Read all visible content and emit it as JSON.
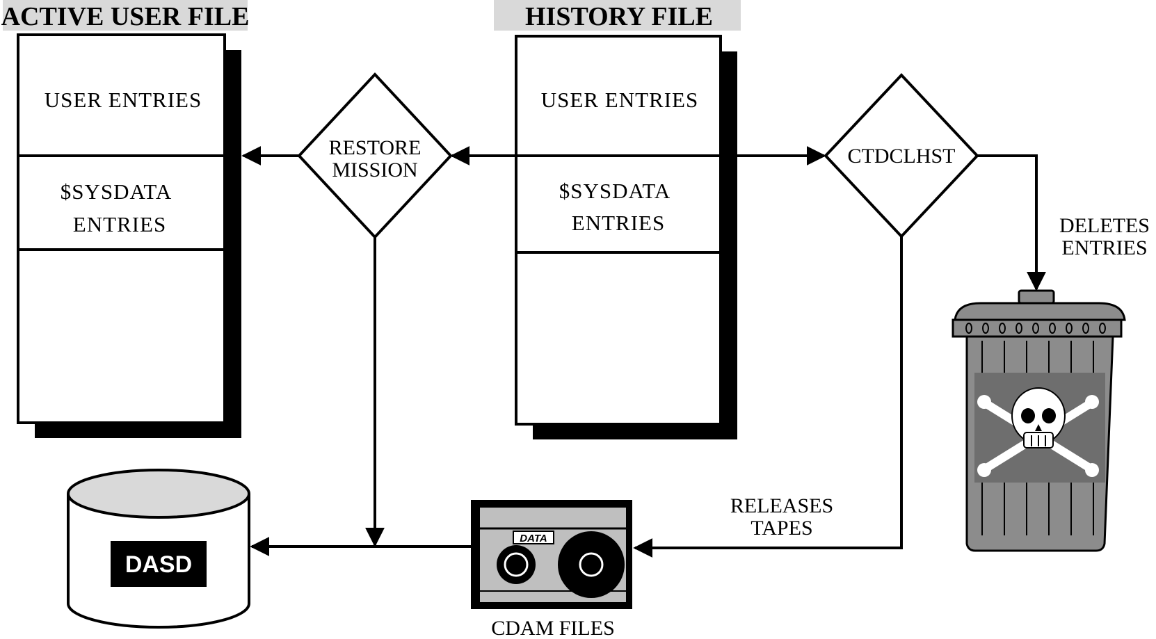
{
  "diagram": {
    "active_file": {
      "title": "ACTIVE USER FILE",
      "section_1": "USER ENTRIES",
      "section_2_line_1": "$SYSDATA",
      "section_2_line_2": "ENTRIES"
    },
    "history_file": {
      "title": "HISTORY FILE",
      "section_1": "USER ENTRIES",
      "section_2_line_1": "$SYSDATA",
      "section_2_line_2": "ENTRIES"
    },
    "restore_mission": {
      "line_1": "RESTORE",
      "line_2": "MISSION"
    },
    "ctdclhst": "CTDCLHST",
    "deletes_entries": {
      "line_1": "DELETES",
      "line_2": "ENTRIES"
    },
    "releases_tapes": {
      "line_1": "RELEASES",
      "line_2": "TAPES"
    },
    "dasd": "DASD",
    "cdam_files": "CDAM FILES",
    "tape_label": "DATA"
  },
  "colors": {
    "line": "#000000",
    "title_band": "#d9d9d9",
    "trash_can": "#8c8c8c",
    "trash_panel": "#6e6e6e",
    "tape_body": "#bfbfbf"
  }
}
